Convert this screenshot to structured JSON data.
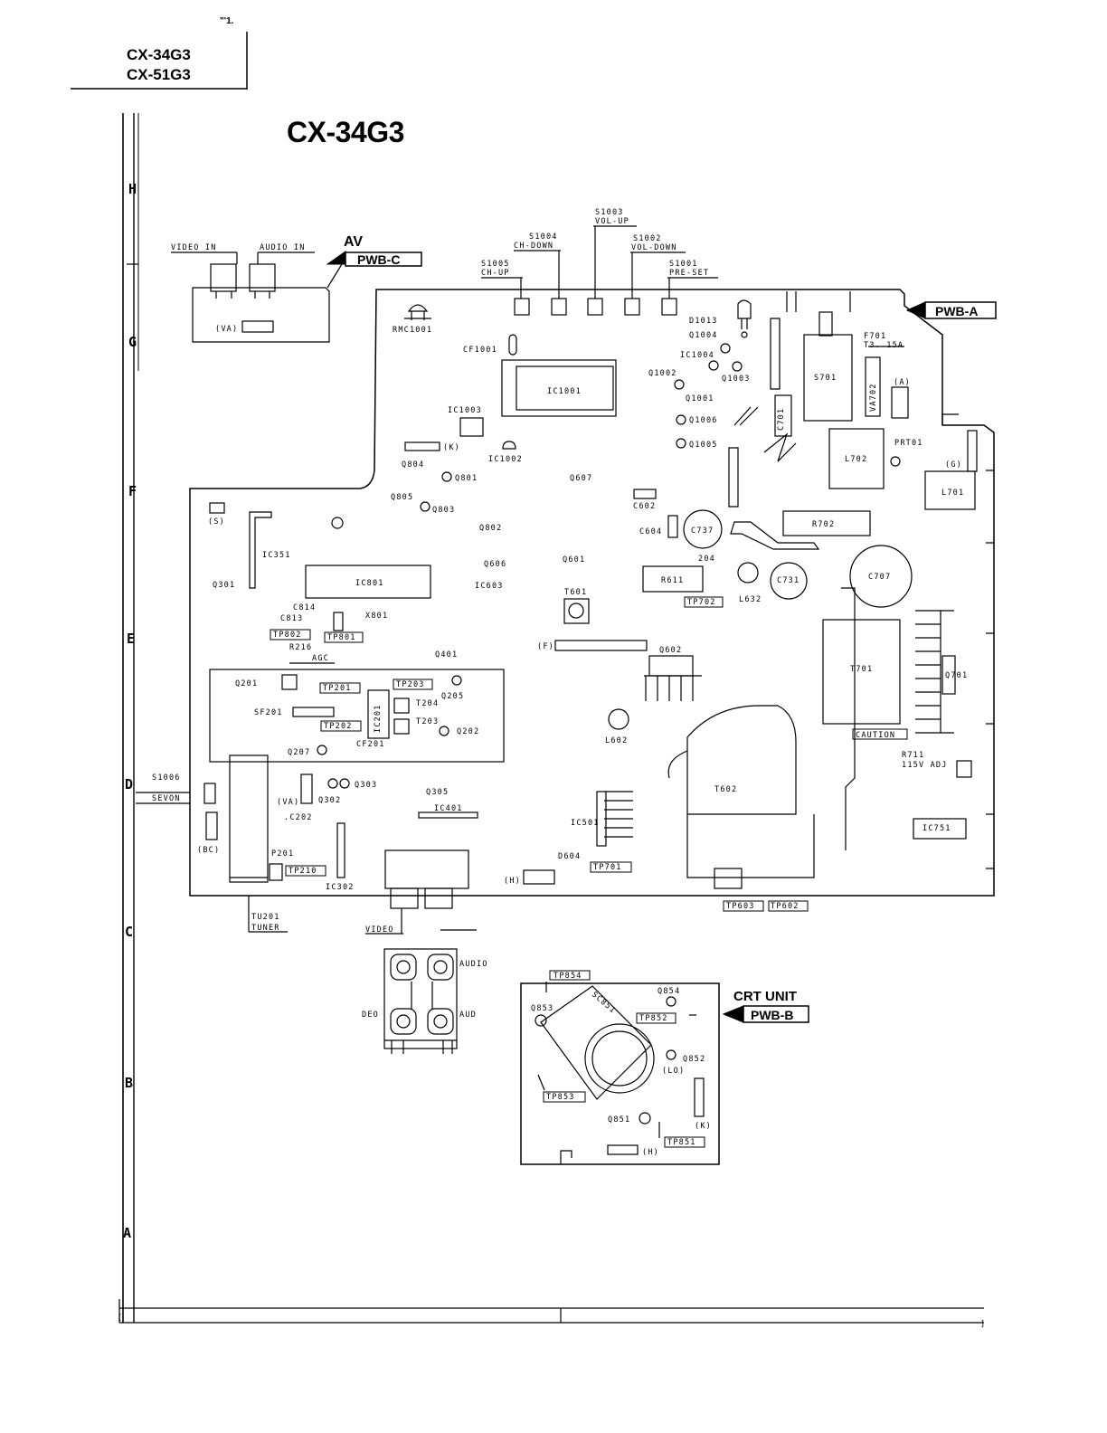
{
  "header": {
    "models": [
      "CX-34G3",
      "CX-51G3"
    ],
    "mark": "\"'1."
  },
  "diagram_title": "CX-34G3",
  "grid_rows": [
    "H",
    "G",
    "F",
    "E",
    "D",
    "C",
    "B",
    "A"
  ],
  "boards": {
    "av": {
      "name": "AV",
      "pwb": "PWB-C",
      "labels": [
        "VIDEO IN",
        "AUDIO IN",
        "(VA)"
      ]
    },
    "main": {
      "pwb": "PWB-A"
    },
    "crt": {
      "name": "CRT UNIT",
      "pwb": "PWB-B"
    }
  },
  "switches": [
    {
      "ref": "S1003",
      "fn": "VOL-UP"
    },
    {
      "ref": "S1004",
      "fn": "CH-DOWN"
    },
    {
      "ref": "S1002",
      "fn": "VOL-DOWN"
    },
    {
      "ref": "S1005",
      "fn": "CH-UP"
    },
    {
      "ref": "S1001",
      "fn": "PRE-SET"
    }
  ],
  "main_labels": {
    "RMC1001": "RMC1001",
    "D1013": "D1013",
    "Q1004": "Q1004",
    "IC1004": "IC1004",
    "Q1002": "Q1002",
    "Q1003": "Q1003",
    "Q1001": "Q1001",
    "Q1006": "Q1006",
    "Q1005": "Q1005",
    "CF1001": "CF1001",
    "IC1001": "IC1001",
    "IC1003": "IC1003",
    "IC1002": "IC1002",
    "K1": "(K)",
    "F701": "F701",
    "T315A": "T3. 15A",
    "S701": "S701",
    "VA702": "VA702",
    "A": "(A)",
    "C701": "C701",
    "L702": "L702",
    "PRT01": "PRT01",
    "G": "(G)",
    "L701": "L701",
    "Q804": "Q804",
    "Q801": "Q801",
    "Q607": "Q607",
    "Q805": "Q805",
    "Q803": "Q803",
    "C602": "C602",
    "S": "(S)",
    "Q802": "Q802",
    "C604": "C604",
    "C737": "C737",
    "R702": "R702",
    "IC351": "IC351",
    "Q606": "Q606",
    "Q601": "Q601",
    "n204": "204",
    "R611": "R611",
    "C731": "C731",
    "C707": "C707",
    "Q301": "Q301",
    "IC801": "IC801",
    "IC603": "IC603",
    "TP702": "TP702",
    "L632": "L632",
    "T601": "T601",
    "C814": "C814",
    "C813": "C813",
    "X801": "X801",
    "TP802": "TP802",
    "TP801": "TP801",
    "R216": "R216",
    "F": "(F)",
    "AGC": "AGC",
    "Q401": "Q401",
    "Q602": "Q602",
    "Q701": "Q701",
    "T701": "T701",
    "Q201": "Q201",
    "TP201": "TP201",
    "TP203": "TP203",
    "T204": "T204",
    "Q205": "Q205",
    "SF201": "SF201",
    "IC201": "IC201",
    "TP202": "TP202",
    "T203": "T203",
    "Q202": "Q202",
    "CF201": "CF201",
    "L602": "L602",
    "CAUTION": "CAUTION",
    "R711": "R711",
    "ADJ": "115V ADJ",
    "Q207": "Q207",
    "S1006": "S1006",
    "SEVON": "SEVON",
    "T602": "T602",
    "VA2": "(VA)",
    "Q302": "Q302",
    "Q303": "Q303",
    "Q305": "Q305",
    "IC401": "IC401",
    "C202": ".C202",
    "BC": "(BC)",
    "IC501": "IC501",
    "IC751": "IC751",
    "P201": "P201",
    "TP210": "TP210",
    "IC302": "IC302",
    "D604": "D604",
    "TP701": "TP701",
    "H1": "(H)",
    "TP603": "TP603",
    "TP602": "TP602",
    "TU201": "TU201",
    "TUNER": "TUNER",
    "VIDEO": "VIDEO"
  },
  "jack_labels": {
    "AUDIO": "AUDIO",
    "DEO": "DEO",
    "AUD": "AUD"
  },
  "crt_labels": {
    "TP854": "TP854",
    "SC851": "SC851",
    "Q854": "Q854",
    "Q853": "Q853",
    "TP852": "TP852",
    "Q852": "Q852",
    "LO": "(LO)",
    "TP853": "TP853",
    "Q851": "Q851",
    "K": "(K)",
    "TP851": "TP851",
    "H": "(H)"
  },
  "footer": {
    "left": "[",
    "right": "]"
  }
}
